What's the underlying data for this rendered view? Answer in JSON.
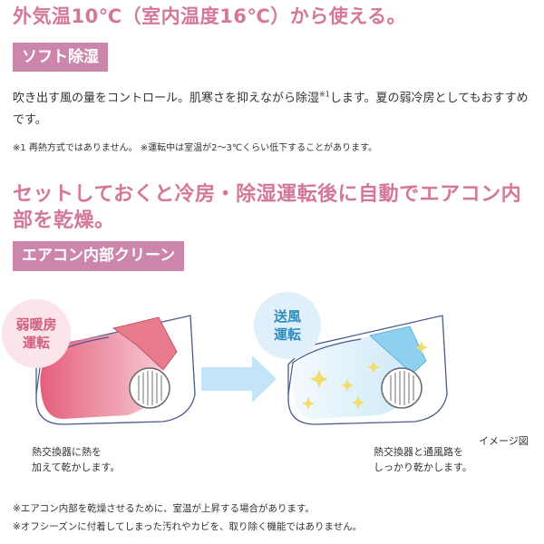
{
  "section1": {
    "heading": "外気温10℃（室内温度16℃）から使える。",
    "label": "ソフト除湿",
    "desc_part1": "吹き出す風の量をコントロール。肌寒さを抑えながら除湿",
    "desc_sup": "※1",
    "desc_part2": "します。夏の弱冷房としてもおすすめです。",
    "note": "※1 再熱方式ではありません。 ※運転中は室温が2～3℃くらい低下することがあります。"
  },
  "section2": {
    "heading": "セットしておくと冷房・除湿運転後に自動でエアコン内部を乾燥。",
    "label": "エアコン内部クリーン",
    "bubble_left": [
      "弱暖房",
      "運転"
    ],
    "bubble_right": [
      "送風",
      "運転"
    ],
    "caption_left": [
      "熱交換器に熱を",
      "加えて乾かします。"
    ],
    "caption_right": [
      "熱交換器と通風路を",
      "しっかり乾かします。"
    ],
    "image_note": "イメージ図",
    "notes": [
      "※エアコン内部を乾燥させるために、室温が上昇する場合があります。",
      "※オフシーズンに付着してしまった汚れやカビを、取り除く機能ではありません。"
    ]
  },
  "colors": {
    "heading": "#d4779a",
    "label_bg": "#cc86ab",
    "warm": "#e8657f",
    "cool": "#8fd0ef",
    "arrow": "#bfe3f6"
  }
}
